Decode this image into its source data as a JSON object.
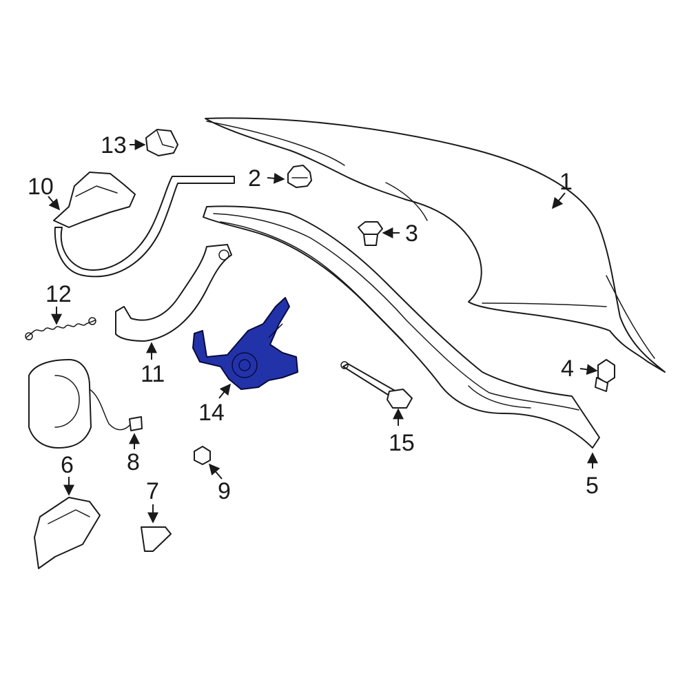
{
  "colors": {
    "highlight": "#2233aa",
    "line": "#1a1a1a",
    "background": "#ffffff"
  },
  "callouts": [
    {
      "id": "1",
      "label": "1"
    },
    {
      "id": "2",
      "label": "2"
    },
    {
      "id": "3",
      "label": "3"
    },
    {
      "id": "4",
      "label": "4"
    },
    {
      "id": "5",
      "label": "5"
    },
    {
      "id": "6",
      "label": "6"
    },
    {
      "id": "7",
      "label": "7"
    },
    {
      "id": "8",
      "label": "8"
    },
    {
      "id": "9",
      "label": "9"
    },
    {
      "id": "10",
      "label": "10"
    },
    {
      "id": "11",
      "label": "11"
    },
    {
      "id": "12",
      "label": "12"
    },
    {
      "id": "13",
      "label": "13"
    },
    {
      "id": "14",
      "label": "14"
    },
    {
      "id": "15",
      "label": "15"
    }
  ],
  "highlighted_part": "14"
}
